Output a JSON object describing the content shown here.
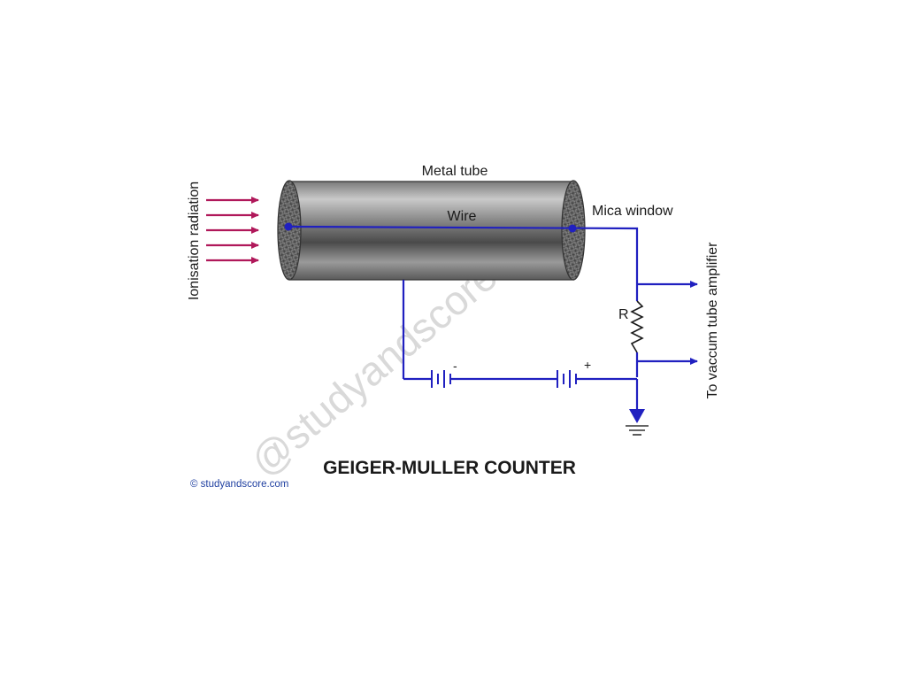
{
  "title": "GEIGER-MULLER COUNTER",
  "credit": "© studyandscore.com",
  "watermark": "@studyandscore.com",
  "labels": {
    "metal_tube": "Metal tube",
    "wire": "Wire",
    "mica_window": "Mica window",
    "ionisation_radiation": "Ionisation radiation",
    "resistor": "R",
    "output": "To vaccum tube amplifier",
    "battery_negative": "-",
    "battery_positive": "+"
  },
  "colors": {
    "wire": "#2020c0",
    "radiation_arrows": "#b0185a",
    "text": "#1a1a1a",
    "credit": "#1f3fa0"
  },
  "icons": {
    "radiation_arrows": "arrow-right",
    "ground": "ground-symbol",
    "battery": "battery-cell",
    "resistor": "resistor-zigzag"
  }
}
